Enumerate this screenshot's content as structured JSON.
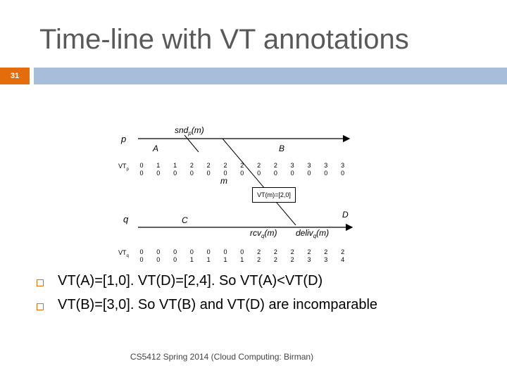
{
  "title": "Time-line with VT annotations",
  "slide_number": "31",
  "process_p": {
    "label": "p",
    "send_label": "snd",
    "send_sub": "p",
    "send_arg": "(m)",
    "event_a": "A",
    "event_b": "B",
    "message": "m"
  },
  "process_q": {
    "label": "q",
    "event_c": "C",
    "event_d": "D",
    "rcv_label": "rcv",
    "rcv_sub": "q",
    "rcv_arg": "(m)",
    "deliv_label": "deliv",
    "deliv_sub": "q",
    "deliv_arg": "(m)"
  },
  "vt_p": {
    "label": "VT",
    "label_sub": "p",
    "cells": [
      [
        "0",
        "0"
      ],
      [
        "1",
        "0"
      ],
      [
        "1",
        "0"
      ],
      [
        "2",
        "0"
      ],
      [
        "2",
        "0"
      ],
      [
        "2",
        "0"
      ],
      [
        "2",
        "0"
      ],
      [
        "2",
        "0"
      ],
      [
        "2",
        "0"
      ],
      [
        "3",
        "0"
      ],
      [
        "3",
        "0"
      ],
      [
        "3",
        "0"
      ],
      [
        "3",
        "0"
      ]
    ]
  },
  "vt_q": {
    "label": "VT",
    "label_sub": "q",
    "cells": [
      [
        "0",
        "0"
      ],
      [
        "0",
        "0"
      ],
      [
        "0",
        "0"
      ],
      [
        "0",
        "1"
      ],
      [
        "0",
        "1"
      ],
      [
        "0",
        "1"
      ],
      [
        "0",
        "1"
      ],
      [
        "2",
        "2"
      ],
      [
        "2",
        "2"
      ],
      [
        "2",
        "2"
      ],
      [
        "2",
        "3"
      ],
      [
        "2",
        "3"
      ],
      [
        "2",
        "4"
      ]
    ]
  },
  "vt_m": "VT(m)=[2,0]",
  "bullets": [
    "VT(A)=[1,0].  VT(D)=[2,4].  So VT(A)<VT(D)",
    "VT(B)=[3,0].  So VT(B) and VT(D) are incomparable"
  ],
  "footer": "CS5412 Spring 2014 (Cloud Computing: Birman)",
  "colors": {
    "accent": "#e46c0a",
    "bar": "#a6bed9",
    "title": "#595959"
  }
}
